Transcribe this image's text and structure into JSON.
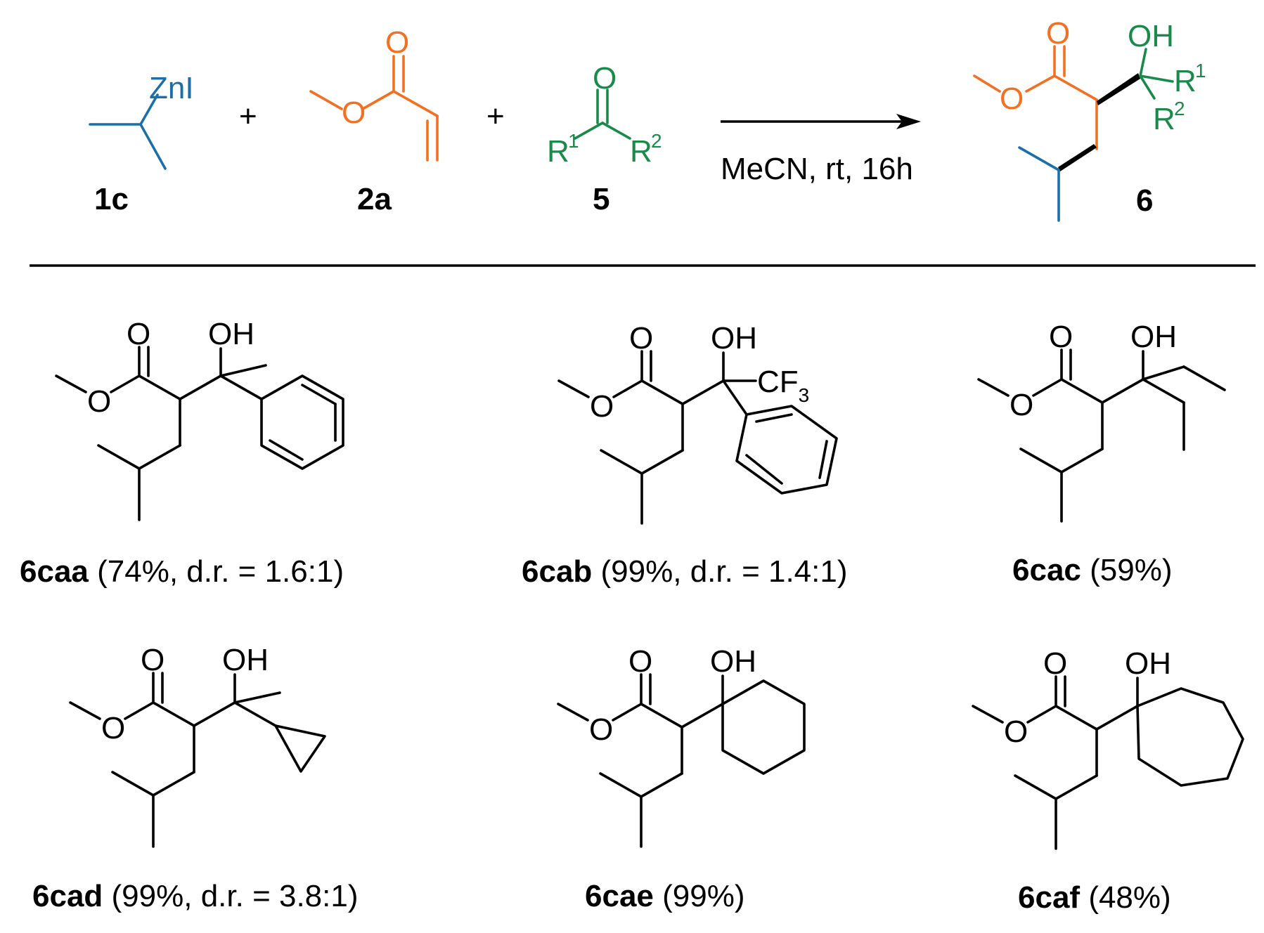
{
  "reaction": {
    "reagent_1c": {
      "label": "1c",
      "atom": "ZnI"
    },
    "plus": "+",
    "reagent_2a": {
      "label": "2a",
      "atom": "O"
    },
    "reagent_5": {
      "label": "5",
      "atom": "O",
      "r1": "R",
      "r1_sup": "1",
      "r2": "R",
      "r2_sup": "2"
    },
    "conditions": "MeCN, rt, 16h",
    "product_6": {
      "label": "6",
      "oh": "OH",
      "r1": "R",
      "r1_sup": "1",
      "r2": "R",
      "r2_sup": "2"
    }
  },
  "colors": {
    "blue": "#1b6fa8",
    "orange": "#f36f21",
    "green": "#1a8a4a",
    "black": "#000000"
  },
  "products": [
    {
      "id": "6caa",
      "detail": "(74%, d.r. = 1.6:1)"
    },
    {
      "id": "6cab",
      "detail": "(99%, d.r. = 1.4:1)",
      "cf3": "CF",
      "cf3_sub": "3"
    },
    {
      "id": "6cac",
      "detail": "(59%)"
    },
    {
      "id": "6cad",
      "detail": "(99%, d.r. = 3.8:1)"
    },
    {
      "id": "6cae",
      "detail": "(99%)"
    },
    {
      "id": "6caf",
      "detail": "(48%)"
    }
  ],
  "atoms": {
    "O": "O",
    "OH": "OH"
  }
}
